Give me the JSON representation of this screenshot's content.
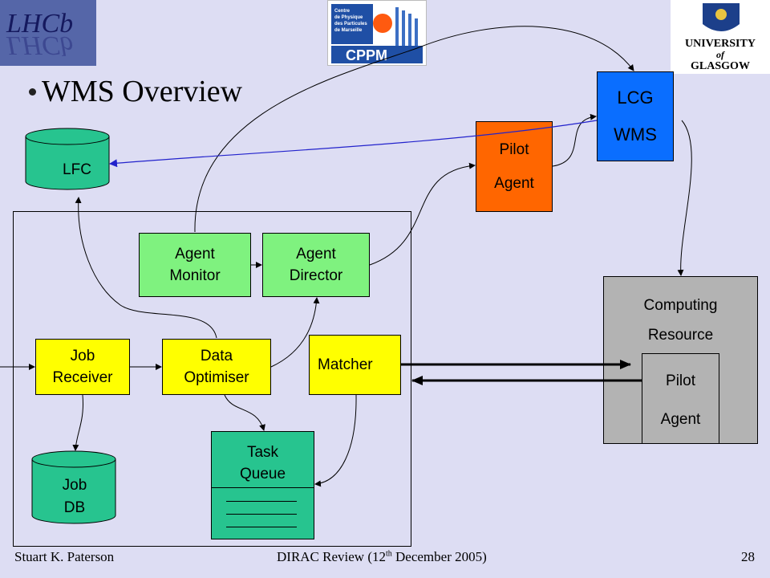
{
  "slide": {
    "title": "WMS Overview",
    "footer": {
      "author": "Stuart K. Paterson",
      "event_prefix": "DIRAC Review (12",
      "event_sup": "th",
      "event_suffix": " December 2005)",
      "page_number": "28"
    }
  },
  "logos": {
    "lhcb": "LHCb",
    "cppm_text": [
      "Centre",
      "de Physique",
      "des Particules",
      "de Marseille"
    ],
    "cppm_name": "CPPM",
    "glasgow": [
      "UNIVERSITY",
      "of",
      "GLASGOW"
    ]
  },
  "nodes": {
    "lfc": "LFC",
    "lcg_wms": [
      "LCG",
      "WMS"
    ],
    "pilot_agent_top": [
      "Pilot",
      "Agent"
    ],
    "agent_monitor": [
      "Agent",
      "Monitor"
    ],
    "agent_director": [
      "Agent",
      "Director"
    ],
    "job_receiver": [
      "Job",
      "Receiver"
    ],
    "data_optimiser": [
      "Data",
      "Optimiser"
    ],
    "matcher": "Matcher",
    "task_queue": [
      "Task",
      "Queue"
    ],
    "job_db": [
      "Job",
      "DB"
    ],
    "computing_resource": [
      "Computing",
      "Resource"
    ],
    "pilot_agent_resource": [
      "Pilot",
      "Agent"
    ]
  },
  "colors": {
    "background": "#ddddf3",
    "green": "#7ff27f",
    "teal": "#27c48f",
    "yellow": "#ffff00",
    "orange": "#ff6600",
    "blue": "#0a6eff",
    "gray": "#b3b3b3",
    "arrow_blue": "#2222cc"
  }
}
